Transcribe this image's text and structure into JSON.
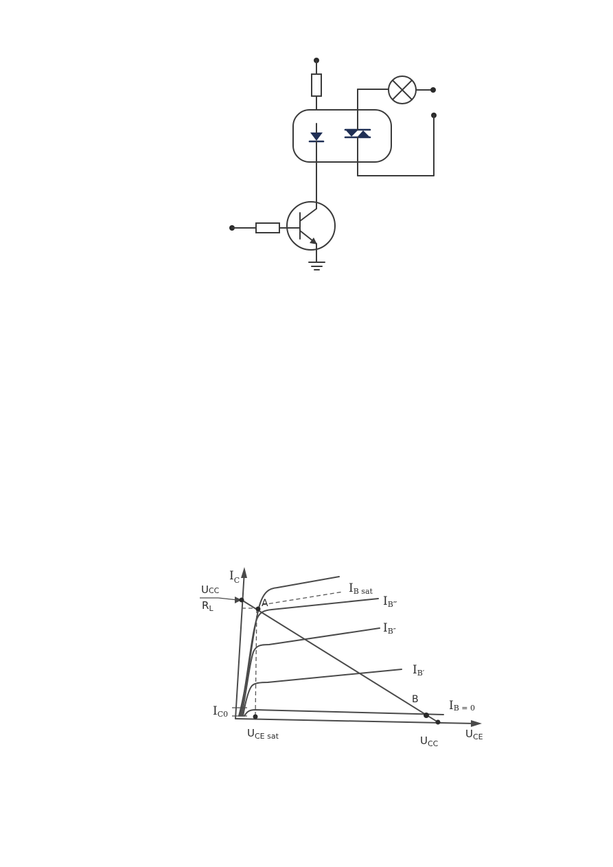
{
  "graph": {
    "labels": {
      "ic": {
        "main": "I",
        "sub": "C"
      },
      "ucc_rl_num": {
        "main": "U",
        "sub": "CC"
      },
      "ucc_rl_den": {
        "main": "R",
        "sub": "L"
      },
      "ib_sat": {
        "main": "I",
        "sub": "B sat"
      },
      "ib_3": {
        "main": "I",
        "sub": "B‴"
      },
      "ib_2": {
        "main": "I",
        "sub": "B″"
      },
      "ib_1": {
        "main": "I",
        "sub": "B′"
      },
      "ib_0": {
        "main": "I",
        "sub": "B = 0"
      },
      "ico": {
        "main": "I",
        "sub": "C0"
      },
      "uce_sat": {
        "main": "U",
        "sub": "CE sat"
      },
      "ucc": {
        "main": "U",
        "sub": "CC"
      },
      "uce": {
        "main": "U",
        "sub": "CE"
      },
      "point_a": "A",
      "point_b": "B"
    }
  }
}
